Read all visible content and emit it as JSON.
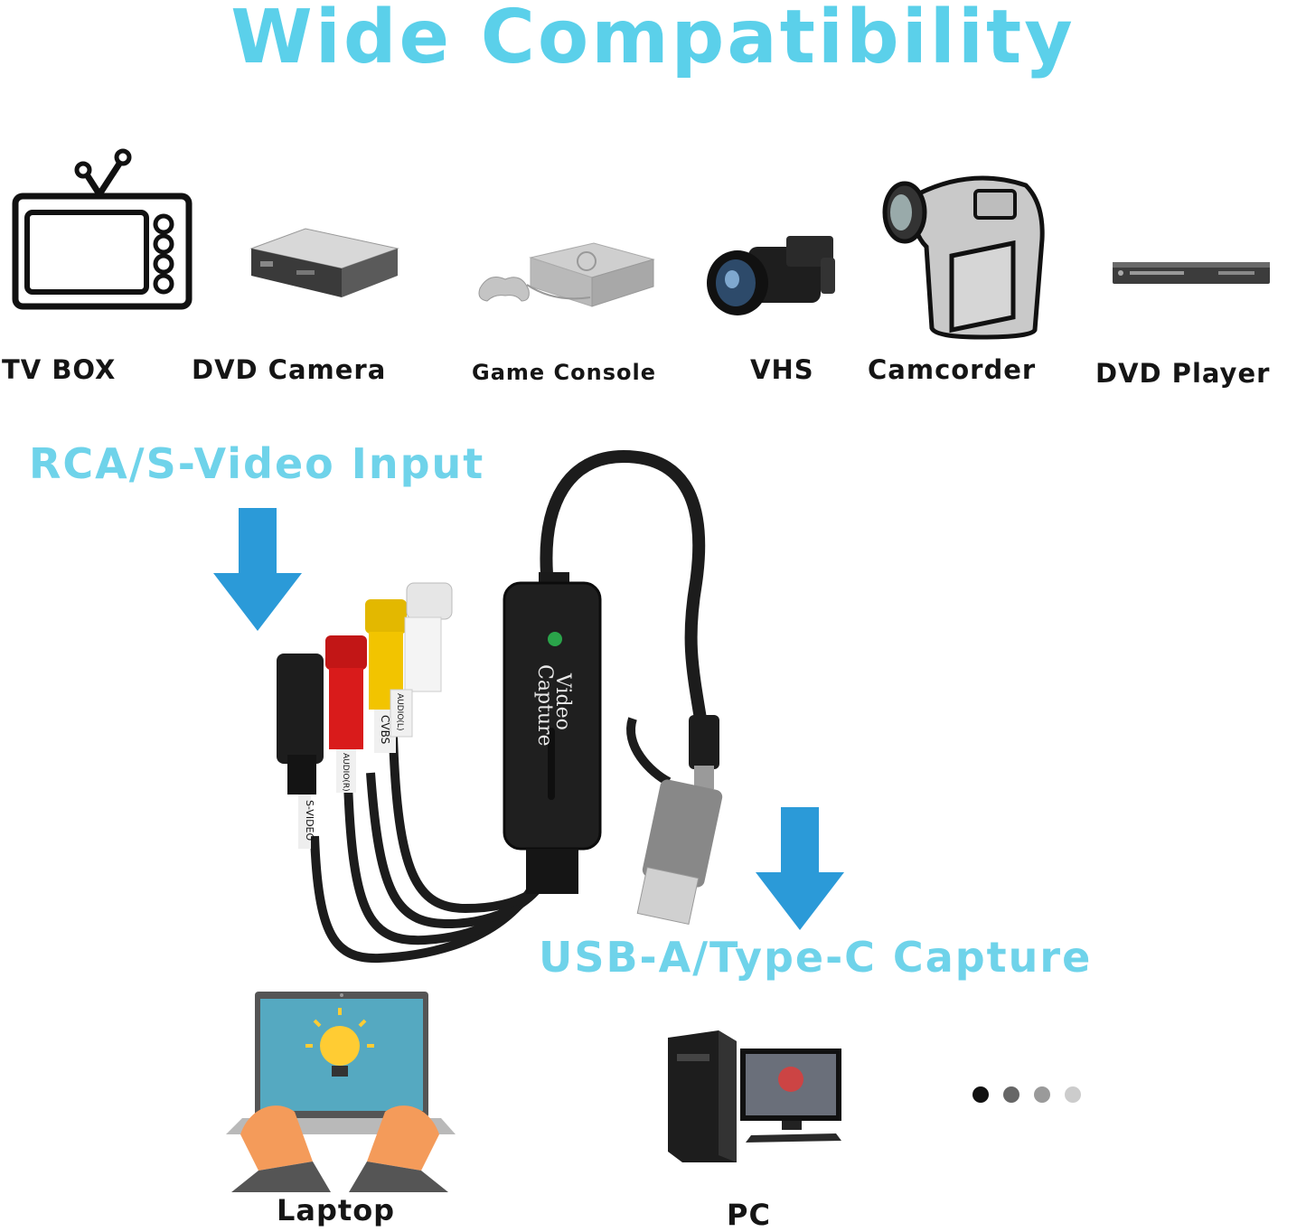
{
  "title": "Wide Compatibility",
  "devices": [
    {
      "label": "TV BOX",
      "icon": "tv-icon"
    },
    {
      "label": "DVD Camera",
      "icon": "media-box-icon"
    },
    {
      "label": "Game Console",
      "icon": "game-console-icon"
    },
    {
      "label": "VHS",
      "icon": "video-camera-icon"
    },
    {
      "label": "Camcorder",
      "icon": "camcorder-icon"
    },
    {
      "label": "DVD Player",
      "icon": "dvd-player-icon"
    }
  ],
  "input_label": "RCA/S-Video Input",
  "output_label": "USB-A/Type-C Capture",
  "device_body": {
    "line1": "Video",
    "line2": "Capture"
  },
  "cable_tags": {
    "svideo": "S-VIDEO",
    "audio_r": "AUDIO(R)",
    "cvbs": "CVBS",
    "audio_l": "AUDIO(L)"
  },
  "targets": [
    {
      "label": "Laptop",
      "icon": "laptop-icon"
    },
    {
      "label": "PC",
      "icon": "desktop-pc-icon"
    }
  ],
  "more_dots_colors": [
    "#111111",
    "#666666",
    "#9a9a9a",
    "#cccccc"
  ],
  "colors": {
    "accent": "#5bd0ea",
    "arrow": "#2b9ad8",
    "text": "#151515"
  }
}
